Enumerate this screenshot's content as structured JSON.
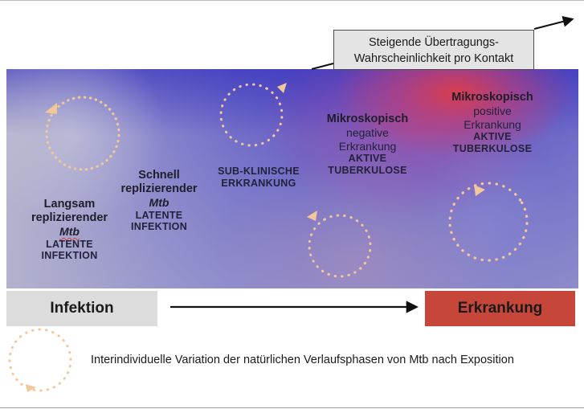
{
  "callout": {
    "line1": "Steigende Übertragungs-",
    "line2": "Wahrscheinlichkeit pro Kontakt"
  },
  "stages": {
    "slow": {
      "line1": "Langsam",
      "line2": "replizierender",
      "line3": "Mtb",
      "line4": "LATENTE",
      "line5": "INFEKTION"
    },
    "fast": {
      "line1": "Schnell",
      "line2": "replizierender",
      "line3": "Mtb",
      "line4": "LATENTE",
      "line5": "INFEKTION"
    },
    "subclinical": {
      "line1": "SUB-KLINISCHE",
      "line2": "ERKRANKUNG"
    },
    "negative": {
      "line1": "Mikroskopisch",
      "line2": "negative",
      "line3": "Erkrankung",
      "line4": "AKTIVE",
      "line5": "TUBERKULOSE"
    },
    "positive": {
      "line1": "Mikroskopisch",
      "line2": "positive",
      "line3": "Erkrankung",
      "line4": "AKTIVE",
      "line5": "TUBERKULOSE"
    }
  },
  "flow": {
    "start_label": "Infektion",
    "end_label": "Erkrankung"
  },
  "legend": {
    "text": "Interindividuelle Variation der natürlichen Verlaufsphasen von Mtb nach Exposition"
  },
  "colors": {
    "panel_blue": "#5854c6",
    "peak_red": "#e13c46",
    "cycle_dots": "#f2c79a",
    "erkrankung_box": "#c7463a",
    "infektion_box": "#dcdcdc"
  },
  "icons": {
    "cycle": "dotted-cycle-arrow-icon",
    "trend": "rising-trend-arrow-icon",
    "flow": "right-arrow-icon"
  }
}
